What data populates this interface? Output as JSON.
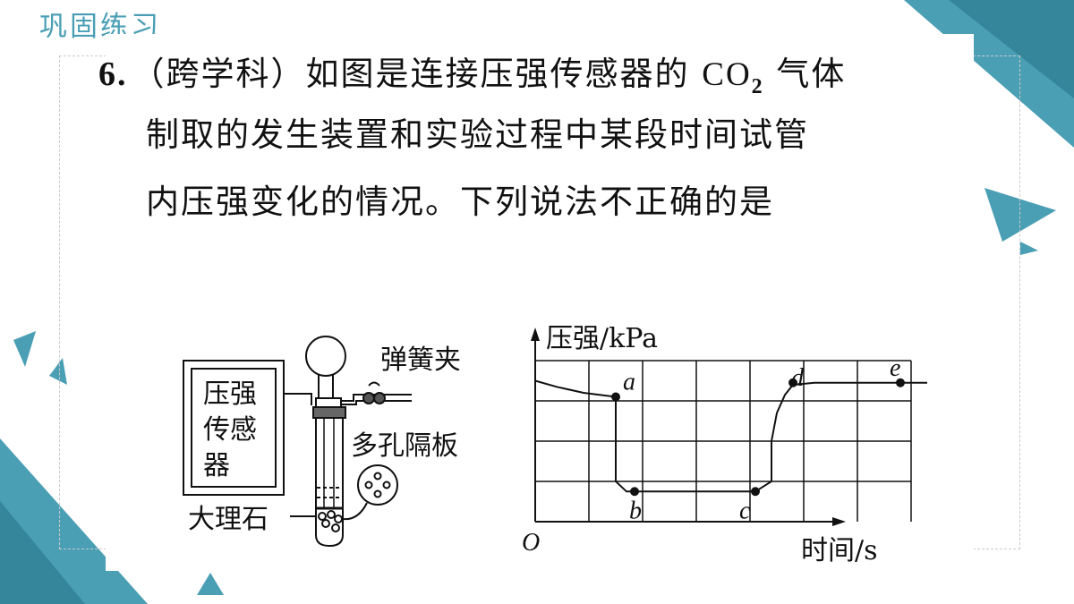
{
  "section": {
    "title": "巩固练习"
  },
  "question": {
    "number": "6.",
    "line1_prefix": "（跨学科）如图是连接压强传感器的 ",
    "formula_main": "CO",
    "formula_sub": "2",
    "line1_suffix": " 气体",
    "line2": "制取的发生装置和实验过程中某段时间试管",
    "line3": "内压强变化的情况。下列说法不正确的是"
  },
  "apparatus": {
    "sensor_label_line1": "压强",
    "sensor_label_line2": "传感",
    "sensor_label_line3": "器",
    "clamp_label": "弹簧夹",
    "plate_label": "多孔隔板",
    "marble_label": "大理石"
  },
  "chart_data": {
    "type": "line",
    "ylabel": "压强/kPa",
    "xlabel": "时间/s",
    "origin_label": "O",
    "points": [
      {
        "label": "a",
        "x": 1.5,
        "y": 3.1
      },
      {
        "label": "b",
        "x": 1.85,
        "y": 0.75
      },
      {
        "label": "c",
        "x": 4.1,
        "y": 0.75
      },
      {
        "label": "d",
        "x": 4.8,
        "y": 3.45
      },
      {
        "label": "e",
        "x": 6.8,
        "y": 3.45
      }
    ],
    "curve": [
      [
        0,
        3.5
      ],
      [
        0.4,
        3.35
      ],
      [
        0.9,
        3.2
      ],
      [
        1.5,
        3.1
      ],
      [
        1.5,
        1.0
      ],
      [
        1.7,
        0.75
      ],
      [
        4.1,
        0.75
      ],
      [
        4.4,
        1.0
      ],
      [
        4.4,
        2.0
      ],
      [
        4.5,
        2.7
      ],
      [
        4.65,
        3.15
      ],
      [
        4.8,
        3.4
      ],
      [
        5.2,
        3.45
      ],
      [
        7.3,
        3.45
      ]
    ],
    "grid_cols": 7,
    "grid_rows": 4,
    "xlim": [
      0,
      7.6
    ],
    "ylim": [
      0,
      4.6
    ]
  }
}
